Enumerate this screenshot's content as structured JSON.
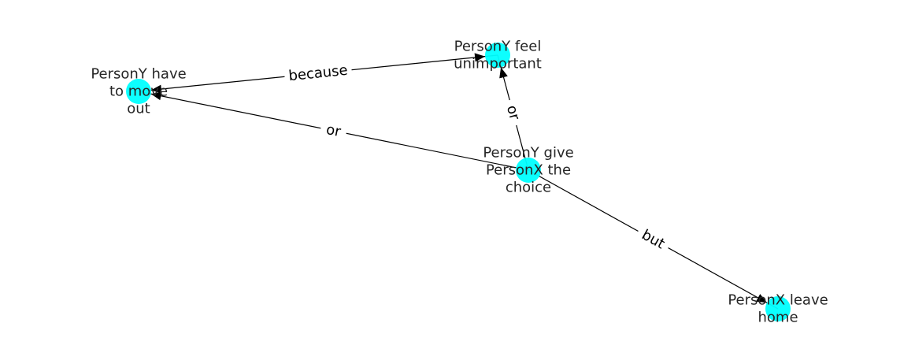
{
  "graph": {
    "node_color": "#00ffff",
    "edge_color": "#000000",
    "nodes": [
      {
        "id": "n1",
        "lines": [
          "PersonY have",
          "to move",
          "out"
        ]
      },
      {
        "id": "n2",
        "lines": [
          "PersonY feel",
          "unimportant"
        ]
      },
      {
        "id": "n3",
        "lines": [
          "PersonY give",
          "PersonX the",
          "choice"
        ]
      },
      {
        "id": "n4",
        "lines": [
          "PersonX leave",
          "home"
        ]
      }
    ],
    "edges": [
      {
        "from": "n1",
        "to": "n2",
        "label": "because",
        "arrow_at": "both"
      },
      {
        "from": "n3",
        "to": "n1",
        "label": "or",
        "arrow_at": "to"
      },
      {
        "from": "n3",
        "to": "n2",
        "label": "or",
        "arrow_at": "to"
      },
      {
        "from": "n3",
        "to": "n4",
        "label": "but",
        "arrow_at": "to"
      }
    ]
  }
}
